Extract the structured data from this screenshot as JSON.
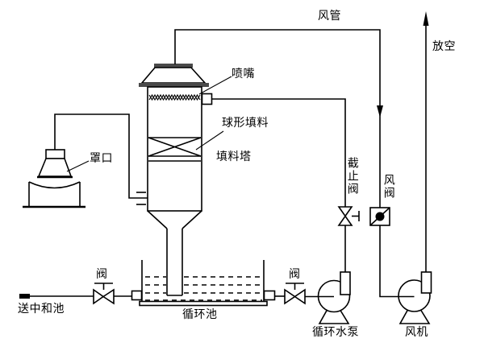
{
  "labels": {
    "duct": "风管",
    "vent": "放空",
    "nozzle": "喷嘴",
    "spherical_packing": "球形填料",
    "packed_tower": "填料塔",
    "hood": "罩口",
    "stop_valve": "截止阀",
    "air_valve": "风阀",
    "valve": "阀",
    "to_neutralization_pool": "送中和池",
    "circulation_pool": "循环池",
    "circulation_pump": "循环水泵",
    "fan": "风机"
  },
  "colors": {
    "line": "#000000",
    "background": "#ffffff",
    "flange": "#4a4a4a"
  }
}
